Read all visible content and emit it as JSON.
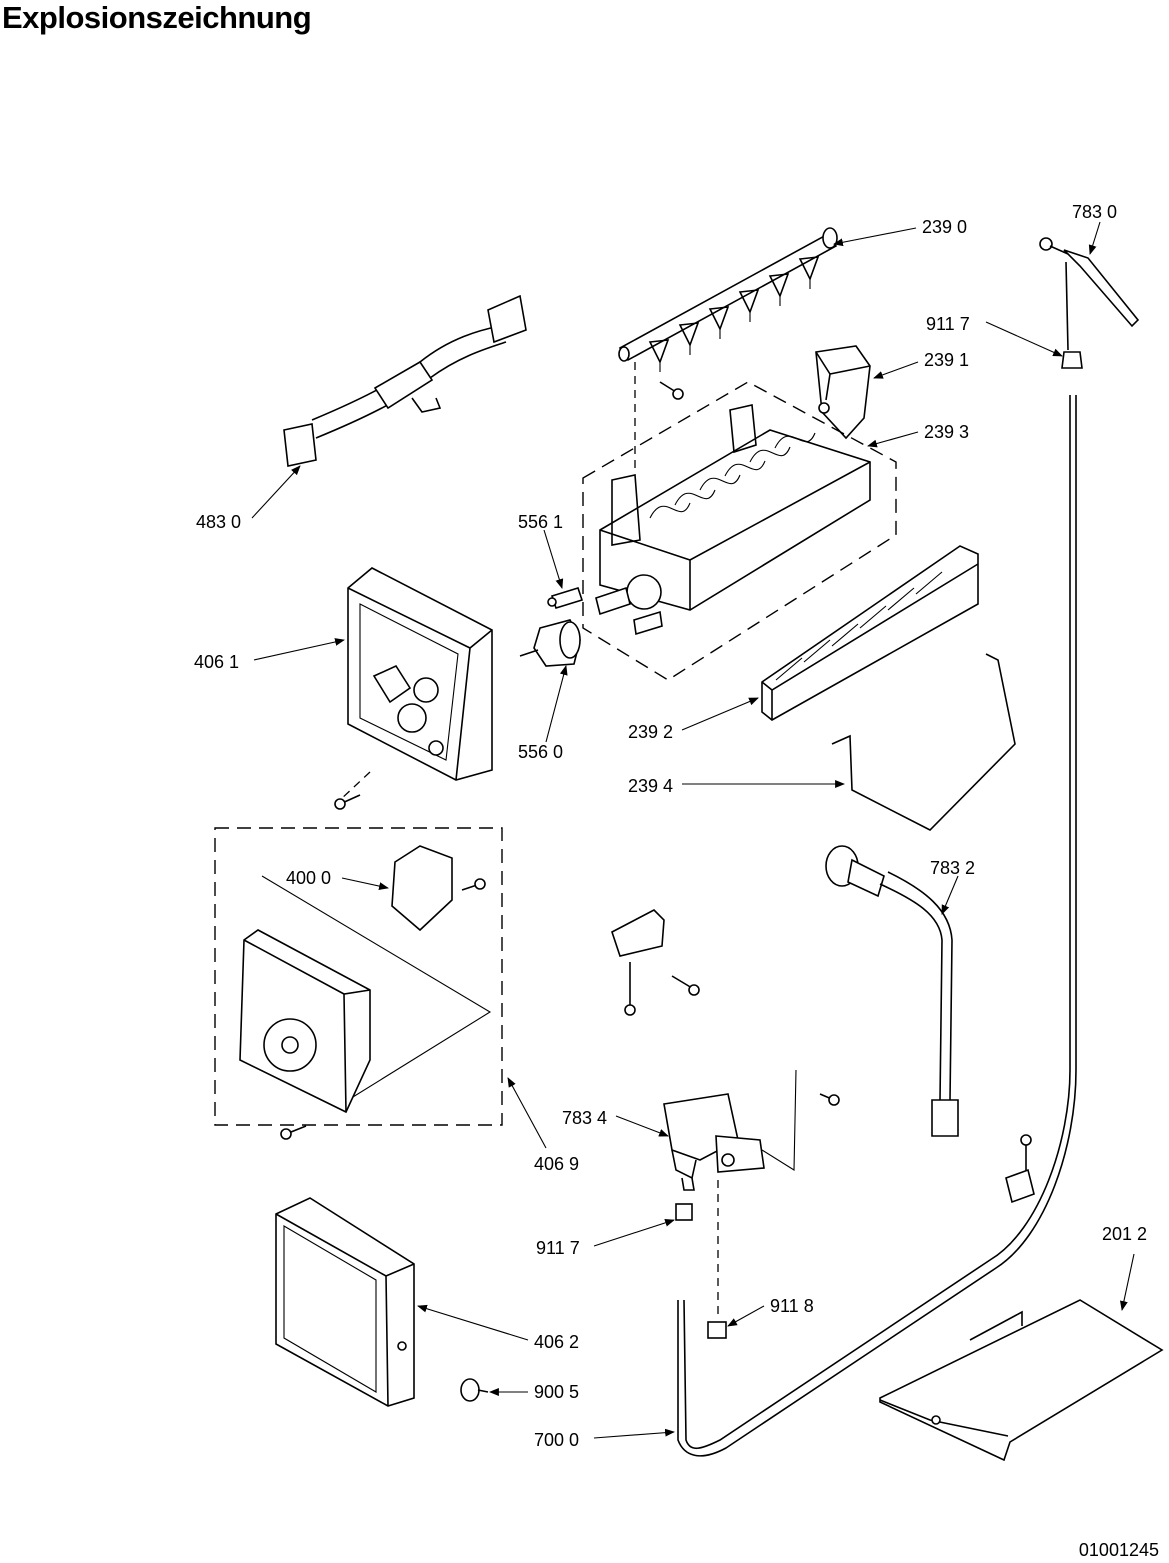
{
  "title": "Explosionszeichnung",
  "document_number": "01001245",
  "callouts": {
    "c2390": "239 0",
    "c7830": "783 0",
    "c9117a": "911 7",
    "c2391": "239 1",
    "c2393": "239 3",
    "c4830": "483 0",
    "c5561": "556 1",
    "c4061": "406 1",
    "c5560": "556 0",
    "c2392": "239 2",
    "c2394": "239 4",
    "c4000": "400 0",
    "c7832": "783 2",
    "c7834": "783 4",
    "c4069": "406 9",
    "c9117b": "911 7",
    "c9118": "911 8",
    "c2012": "201 2",
    "c4062": "406 2",
    "c9005": "900 5",
    "c7000": "700 0"
  }
}
